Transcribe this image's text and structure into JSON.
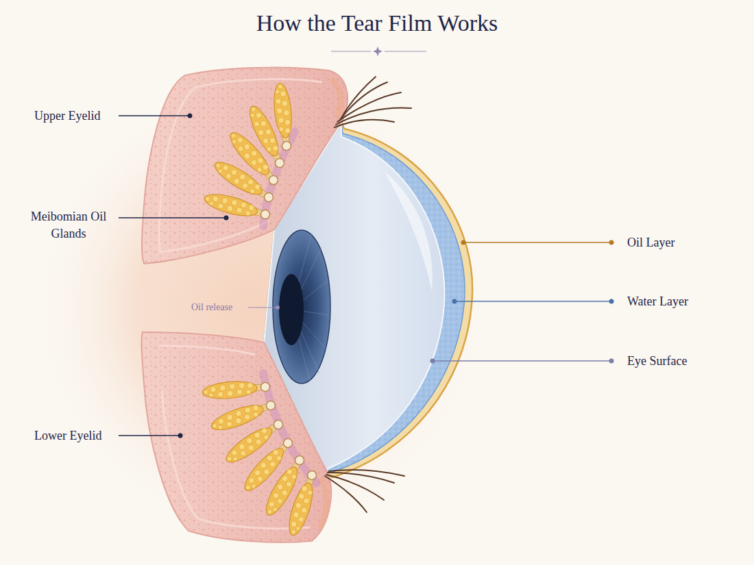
{
  "diagram": {
    "title": "How the Tear Film Works",
    "labels": [
      "Upper Eyelid",
      "Meibomian Oil Glands",
      "Oil release",
      "Lower Eyelid",
      "Oil Layer",
      "Water Layer",
      "Eye Surface"
    ]
  }
}
